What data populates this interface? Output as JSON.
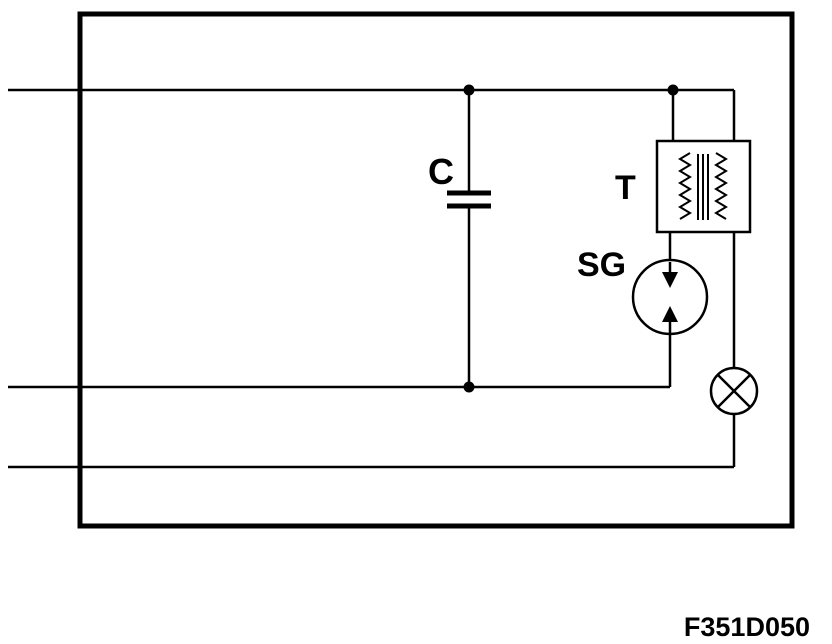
{
  "labels": {
    "capacitor": "C",
    "transformer": "T",
    "spark_gap": "SG",
    "figure_code": "F351D050"
  },
  "colors": {
    "ink": "#000000",
    "paper": "#ffffff"
  }
}
